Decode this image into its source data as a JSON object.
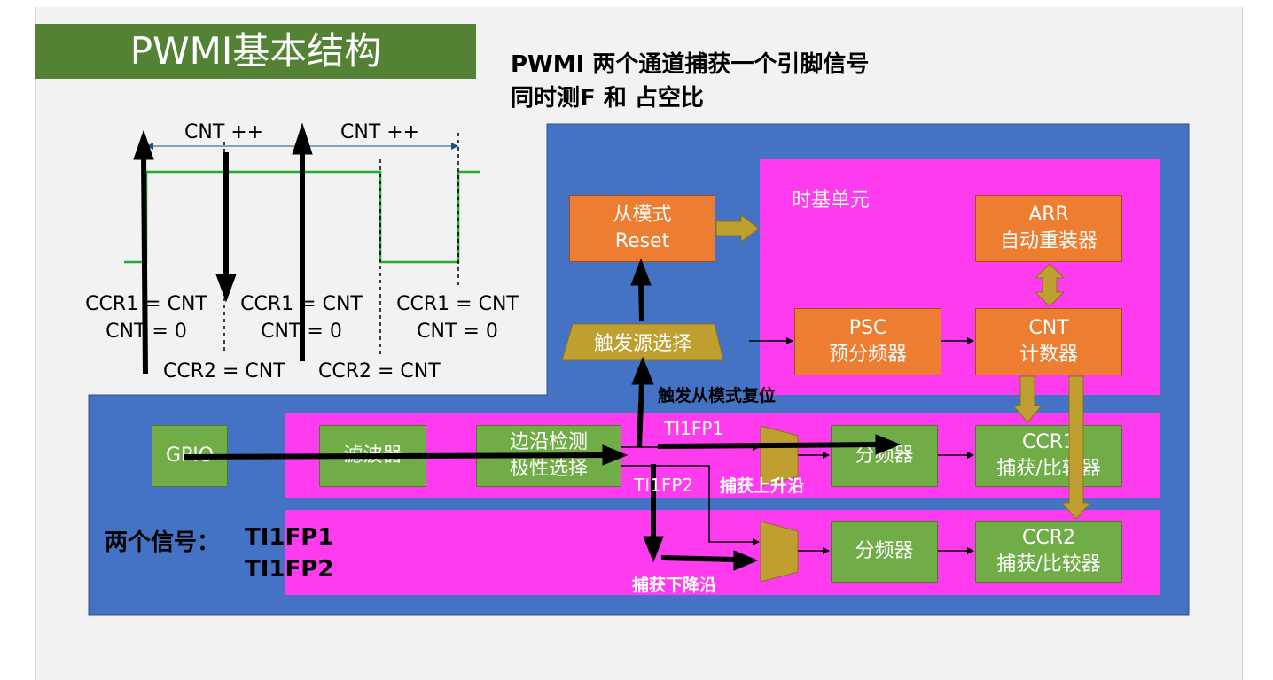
{
  "title": "PWMI基本结构",
  "heading": {
    "line1": "PWMI 两个通道捕获一个引脚信号",
    "line2": "同时测F 和 占空比"
  },
  "waveform": {
    "cnt_labels": [
      "CNT ++",
      "CNT ++"
    ],
    "ccr1_labels": [
      "CCR1 = CNT",
      "CCR1 = CNT",
      "CCR1 = CNT"
    ],
    "cnt_zero_labels": [
      "CNT = 0",
      "CNT = 0",
      "CNT = 0"
    ],
    "ccr2_labels": [
      "CCR2 = CNT",
      "CCR2 = CNT"
    ]
  },
  "blocks": {
    "time_base_unit": "时基单元",
    "slave_mode": {
      "line1": "从模式",
      "line2": "Reset"
    },
    "arr": {
      "line1": "ARR",
      "line2": "自动重装器"
    },
    "trigger_select": "触发源选择",
    "psc": {
      "line1": "PSC",
      "line2": "预分频器"
    },
    "cnt": {
      "line1": "CNT",
      "line2": "计数器"
    },
    "gpio": "GPIO",
    "filter": "滤波器",
    "edge_detect": {
      "line1": "边沿检测",
      "line2": "极性选择"
    },
    "divider1": "分频器",
    "divider2": "分频器",
    "ccr1": {
      "line1": "CCR1",
      "line2": "捕获/比较器"
    },
    "ccr2": {
      "line1": "CCR2",
      "line2": "捕获/比较器"
    }
  },
  "annotations": {
    "trigger_reset": "触发从模式复位",
    "ti1fp1": "TI1FP1",
    "ti1fp2": "TI1FP2",
    "capture_rising": "捕获上升沿",
    "capture_falling": "捕获下降沿",
    "two_signals": "两个信号：",
    "sig1": "TI1FP1",
    "sig2": "TI1FP2"
  },
  "colors": {
    "title_bg": "#548235",
    "panel_blue": "#4472c4",
    "magenta": "#ff3bef",
    "orange": "#ed7d31",
    "green": "#70ad47",
    "gold": "#bf9f2f",
    "waveform": "#22aa33"
  }
}
